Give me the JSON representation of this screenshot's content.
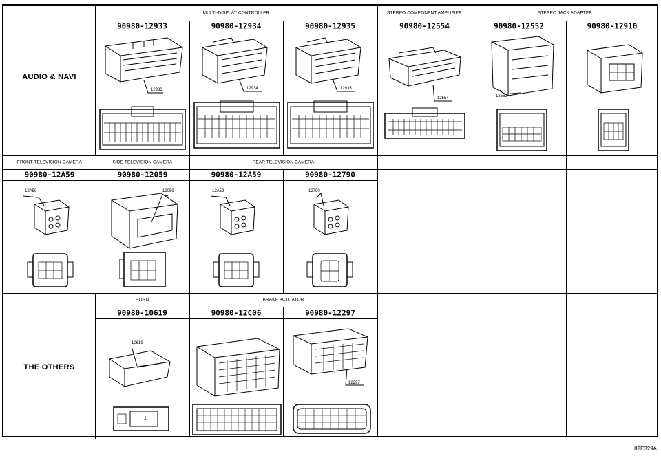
{
  "categories": {
    "audio": "AUDIO & NAVI",
    "others": "THE OTHERS"
  },
  "headers": {
    "multi_display": "MULTI-DISPLAY CONTROLLER",
    "stereo_amp": "STEREO COMPONENT AMPLIFIER",
    "stereo_jack": "STEREO JACK ADAPTER",
    "front_tv": "FRONT TELEVISION CAMERA",
    "side_tv": "SIDE TELEVISION CAMERA",
    "rear_tv": "REAR TELEVISION CAMERA",
    "horn": "HORN",
    "brake": "BRAKE ACTUATOR"
  },
  "parts": {
    "p12933": "90980-12933",
    "p12934": "90980-12934",
    "p12935": "90980-12935",
    "p12554": "90980-12554",
    "p12552": "90980-12552",
    "p12910": "90980-12910",
    "p12A59a": "90980-12A59",
    "p12059": "90980-12059",
    "p12A59b": "90980-12A59",
    "p12790": "90980-12790",
    "p10619": "90980-10619",
    "p12C06": "90980-12C06",
    "p12297": "90980-12297"
  },
  "callouts": {
    "c12933": "12933",
    "c12934": "12934",
    "c12935": "12935",
    "c12554": "12554",
    "c12552": "12552",
    "c12A59a": "12A59",
    "c12059": "12059",
    "c12A59b": "12A59",
    "c12790": "12790",
    "c10619": "10619",
    "c12297": "12297"
  },
  "figure_id": "82E329A"
}
